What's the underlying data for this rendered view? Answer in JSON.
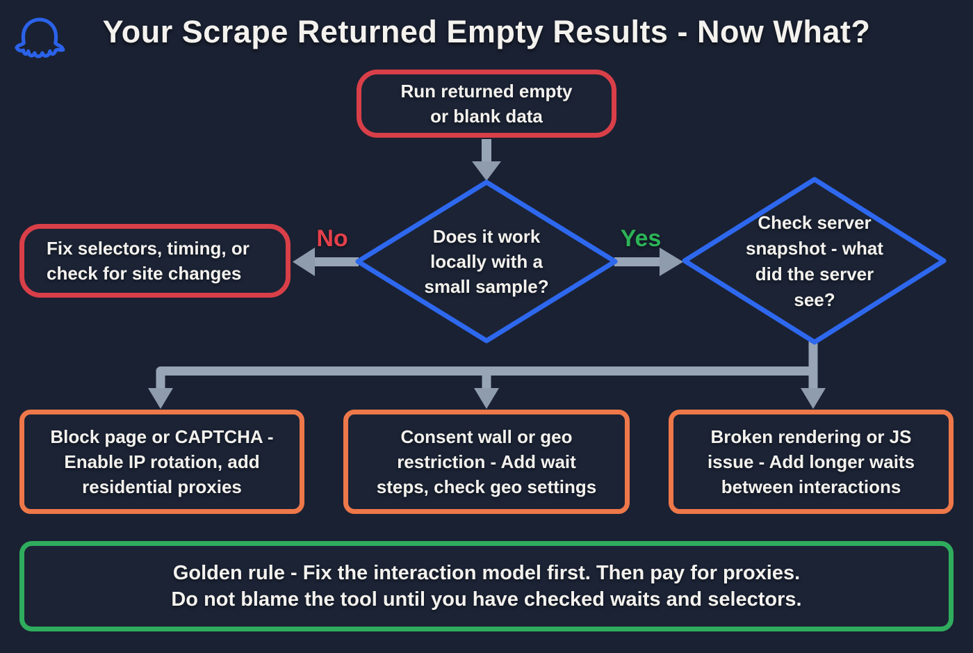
{
  "title": "Your Scrape Returned Empty Results - Now What?",
  "logo_icon": "octopus-logo",
  "colors": {
    "background": "#1a2132",
    "red_border": "#d93f48",
    "blue_border": "#2e68ee",
    "orange_border": "#ee784a",
    "green_border": "#2fad5d",
    "no_label": "#e4404b",
    "yes_label": "#2cb457",
    "arrow": "#97a5b6",
    "text": "#f4f2ee"
  },
  "flowchart": {
    "start": {
      "lines": [
        "Run returned empty",
        "or blank data"
      ]
    },
    "decision_local": {
      "lines": [
        "Does it work",
        "locally with a",
        "small sample?"
      ]
    },
    "branch_no": "No",
    "branch_yes": "Yes",
    "fix_selectors": {
      "lines": [
        "Fix selectors, timing, or",
        "check for site changes"
      ]
    },
    "decision_snapshot": {
      "lines": [
        "Check server",
        "snapshot - what",
        "did the server",
        "see?"
      ]
    },
    "outcome_captcha": {
      "lines": [
        "Block page or CAPTCHA -",
        "Enable IP rotation, add",
        "residential proxies"
      ]
    },
    "outcome_consent": {
      "lines": [
        "Consent wall or geo",
        "restriction - Add wait",
        "steps, check geo settings"
      ]
    },
    "outcome_rendering": {
      "lines": [
        "Broken rendering or JS",
        "issue - Add longer waits",
        "between interactions"
      ]
    },
    "golden_rule": {
      "line1": "Golden rule - Fix the interaction model first. Then pay for proxies.",
      "line2": "Do not blame the tool until you have checked waits and selectors."
    }
  }
}
